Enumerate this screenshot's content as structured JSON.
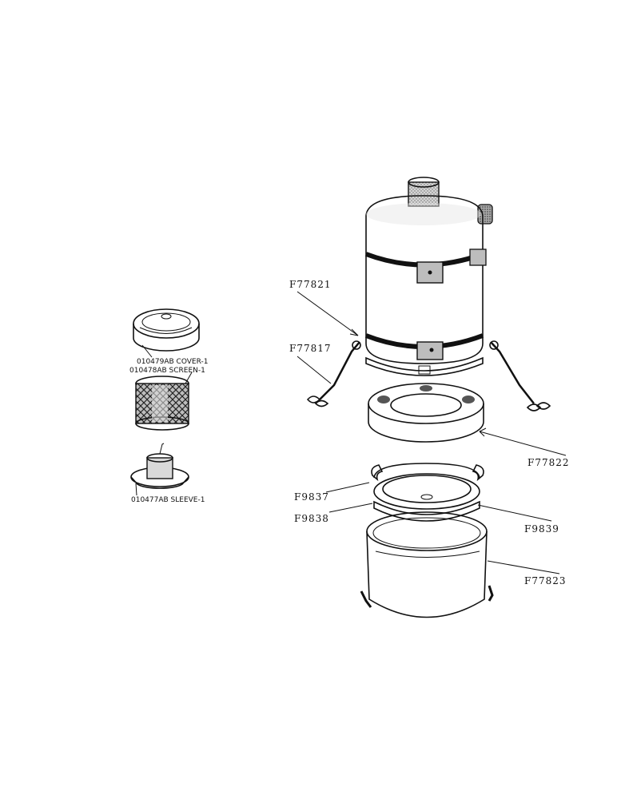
{
  "callouts": {
    "f77821": "F77821",
    "f77817": "F77817",
    "f77822": "F77822",
    "f9837": "F9837",
    "f9838": "F9838",
    "f9839": "F9839",
    "f77823": "F77823"
  },
  "small_parts": {
    "cover": "010479AB COVER-1",
    "screen": "010478AB SCREEN-1",
    "sleeve": "010477AB SLEEVE-1"
  },
  "colors": {
    "ink": "#111111",
    "shade": "#9a9a9a",
    "light_shade": "#cfcfcf",
    "paper": "#ffffff"
  }
}
